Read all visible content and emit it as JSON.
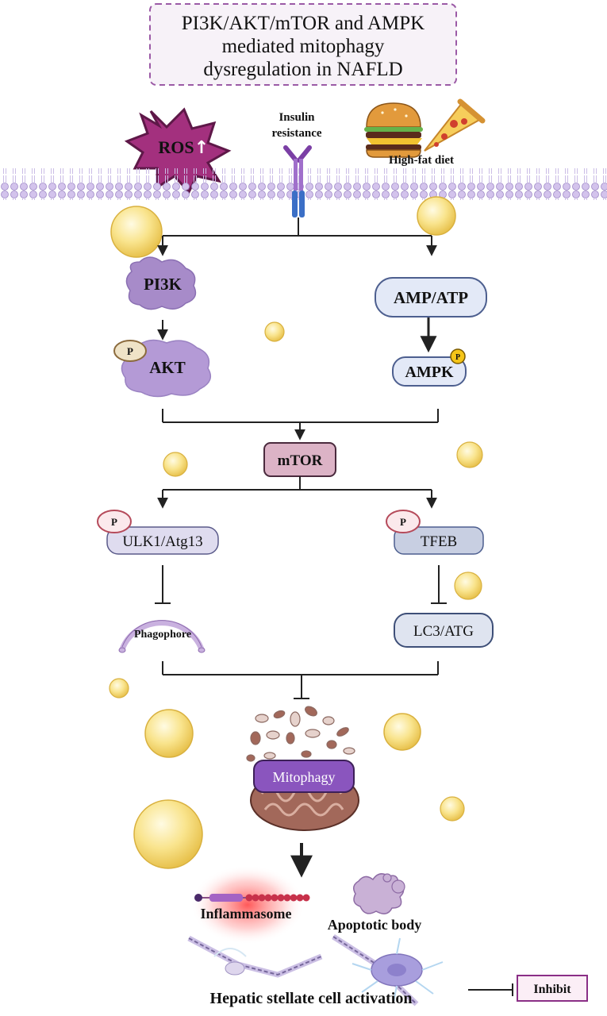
{
  "title": {
    "line1": "PI3K/AKT/mTOR and AMPK",
    "line2": "mediated mitophagy",
    "line3": "dysregulation in NAFLD"
  },
  "stimuli": {
    "ros": "ROS",
    "ros_arrow": "↑",
    "insulin_line1": "Insulin",
    "insulin_line2": "resistance",
    "diet": "High-fat diet"
  },
  "nodes": {
    "pi3k": "PI3K",
    "akt": "AKT",
    "amp_atp": "AMP/ATP",
    "ampk": "AMPK",
    "mtor": "mTOR",
    "ulk1": "ULK1/Atg13",
    "tfeb": "TFEB",
    "phagophore": "Phagophore",
    "lc3": "LC3/ATG",
    "mitophagy": "Mitophagy",
    "inflammasome": "Inflammasome",
    "apoptotic": "Apoptotic body",
    "hsc": "Hepatic stellate cell activation"
  },
  "phospho_label": "P",
  "legend": {
    "inhibit": "Inhibit"
  },
  "colors": {
    "title_border": "#9b5aa6",
    "ros_fill": "#a3307e",
    "pi3k_fill": "#a78bc9",
    "amp_box_fill": "#e3e9f7",
    "amp_box_border": "#4d5f8f",
    "mtor_fill": "#dcb3c6",
    "mtor_border": "#4a2a3d",
    "ulk_fill": "#dfdcef",
    "tfeb_fill": "#c8cfe2",
    "mitophagy_fill": "#8a55be",
    "lipid_fill": "#f7df80",
    "inhibit_border": "#8a2f86"
  }
}
